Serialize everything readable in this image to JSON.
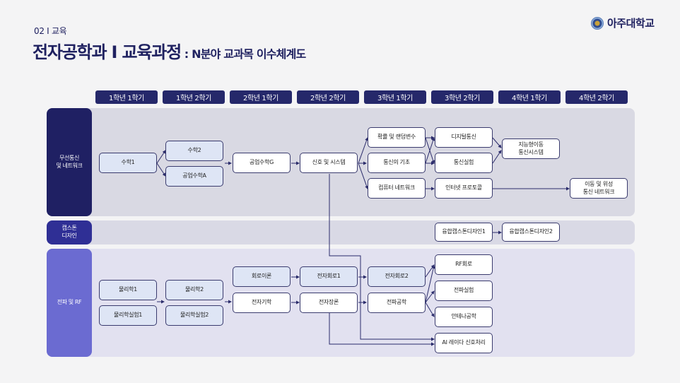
{
  "header": {
    "section": "02 I 교육",
    "title_main": "전자공학과 I 교육과정",
    "title_sub": " : N분야 교과목 이수체계도",
    "university": "아주대학교",
    "emblem_icon": "university-emblem-icon"
  },
  "semesters": [
    "1학년 1학기",
    "1학년 2학기",
    "2학년 1학기",
    "2학년 2학기",
    "3학년 1학기",
    "3학년 2학기",
    "4학년 1학기",
    "4학년 2학기"
  ],
  "lanes": [
    {
      "label": "무선통신\n및 네트워크",
      "color": "#1f2063",
      "bg": "#d9d9e3"
    },
    {
      "label": "캡스톤\n디자인",
      "color": "#2f2f95",
      "bg": "#d9d9e5"
    },
    {
      "label": "전파 및 RF",
      "color": "#6b6bd1",
      "bg": "#e2e1f0"
    }
  ],
  "courses": {
    "math1": "수학1",
    "math2": "수학2",
    "eng_math_a": "공업수학A",
    "eng_math_g": "공업수학G",
    "signals": "신호 및 시스템",
    "probability": "확률 및 랜덤변수",
    "comm_basics": "통신의 기초",
    "networks": "컴퓨터 네트워크",
    "digital_comm": "디지털통신",
    "comm_lab": "통신실험",
    "internet_protocol": "인터넷 프로토콜",
    "intelligent_mobile": "지능형이동\n통신시스템",
    "mobile_satellite": "이동 및 위성\n통신 네트워크",
    "capstone1": "융합캡스톤디자인1",
    "capstone2": "융합캡스톤디자인2",
    "physics1": "물리학1",
    "physics_lab1": "물리학실험1",
    "physics2": "물리학2",
    "physics_lab2": "물리학실험2",
    "circuit_theory": "회로이론",
    "electromagnetics": "전자기학",
    "electronics1": "전자회로1",
    "em_fields": "전자장론",
    "electronics2": "전자회로2",
    "wave_eng": "전파공학",
    "rf_circuit": "RF회로",
    "wave_lab": "전파실험",
    "antenna": "안테나공학",
    "ai_radar": "AI 레이다 신호처리"
  },
  "colors": {
    "navy": "#1f2160",
    "header_chip": "#25286a",
    "box_blue": "#dee5f5",
    "box_white": "#ffffff",
    "line": "#2b2c6b"
  }
}
